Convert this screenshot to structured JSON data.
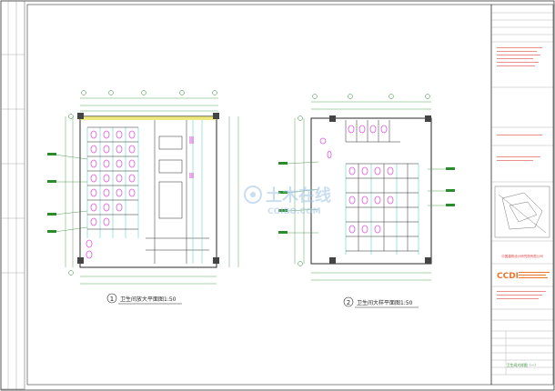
{
  "plans": [
    {
      "number": "1",
      "title": "卫生间放大平面图",
      "scale": "1:50"
    },
    {
      "number": "2",
      "title": "卫生间大样平面图",
      "scale": "1:50"
    }
  ],
  "watermark": {
    "cn": "土木在线",
    "en": "COIBO.COM"
  },
  "title_block": {
    "company_name": "中国建筑设计研究院有限公司",
    "logo_text": "CCDI",
    "drawing_name": "卫生间大样图（一）"
  },
  "colors": {
    "line_dark": "#2a2a2a",
    "grid_cyan": "#38c9c9",
    "dim_green": "#2d8a2d",
    "fixture_magenta": "#e055e0",
    "wall_yellow": "#e6e04a",
    "logo_orange": "#e8762c",
    "watermark_blue": "#9ec4e6"
  }
}
